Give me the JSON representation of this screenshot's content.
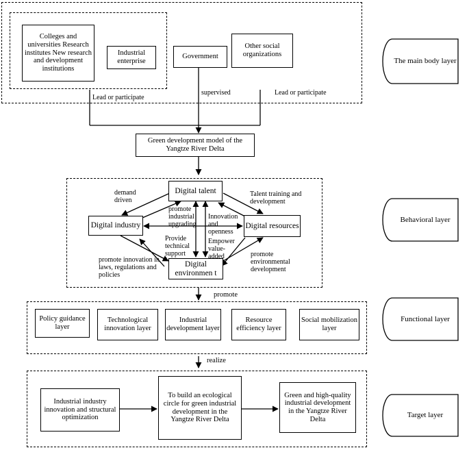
{
  "body_layer": {
    "colleges": "Colleges and universities Research institutes New research and development institutions",
    "industrial_enterprise": "Industrial enterprise",
    "government": "Government",
    "other_social": "Other social organizations",
    "lead_left": "Lead or participate",
    "supervised": "supervised",
    "lead_right": "Lead or participate"
  },
  "model": "Green development model of the Yangtze River Delta",
  "behavior": {
    "digital_talent": "Digital talent",
    "digital_industry": "Digital industry",
    "digital_resources": "Digital resources",
    "digital_environment": "Digital environmen t",
    "demand_driven": "demand driven",
    "talent_training": "Talent training and development",
    "promote_upgrading": "promote industrial upgrading",
    "innovation_openness": "Innovation and openness",
    "provide_support": "Provide technical support",
    "empower": "Empower value-added",
    "promote_laws": "promote innovation in laws, regulations and policies",
    "promote_env": "promote environmental development"
  },
  "promote_label": "promote",
  "functional": {
    "items": [
      "Policy guidance layer",
      "Technological innovation layer",
      "Industrial development layer",
      "Resource efficiency layer",
      "Social mobilization layer"
    ]
  },
  "realize_label": "realize",
  "target": {
    "left": "Industrial industry innovation and structural optimization",
    "center": "To build an ecological circle for green industrial development in the Yangtze River Delta",
    "right": "Green and high-quality industrial development in the Yangtze River Delta"
  },
  "layers": {
    "main_body": "The main body layer",
    "behavioral": "Behavioral layer",
    "functional": "Functional layer",
    "target": "Target layer"
  }
}
